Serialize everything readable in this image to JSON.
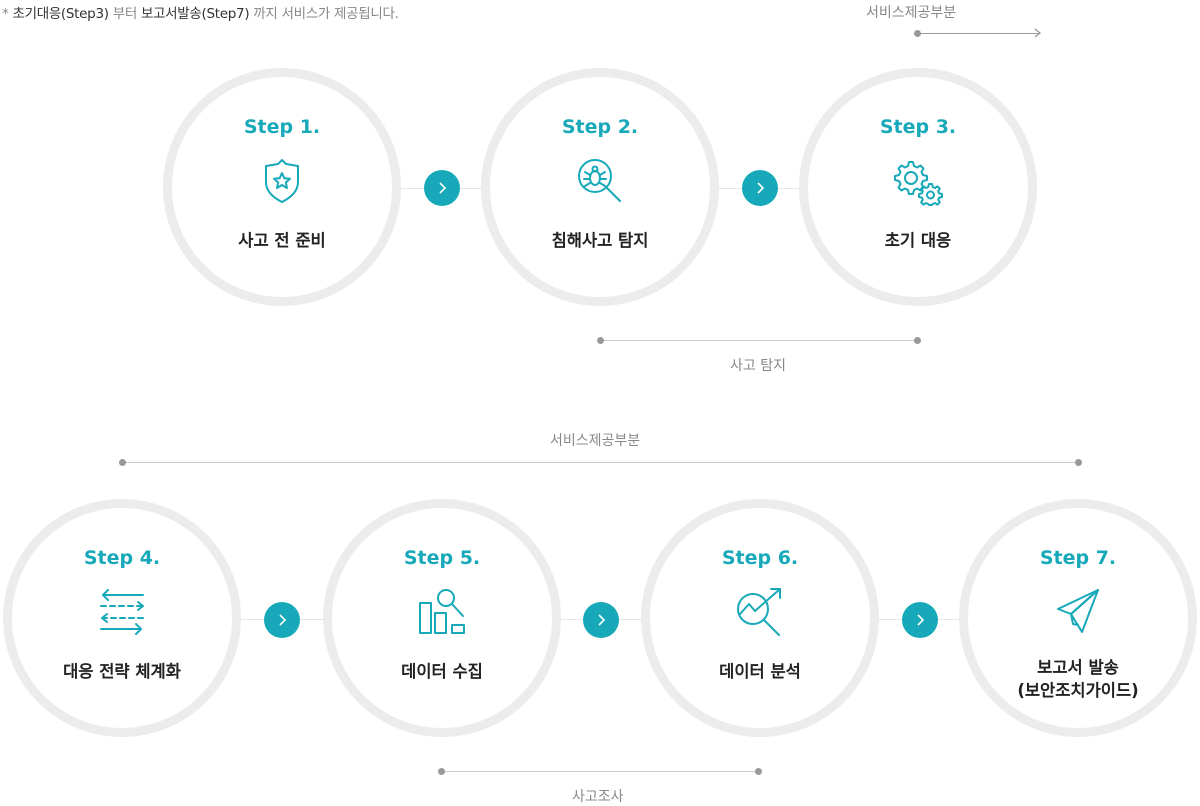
{
  "note": {
    "asterisk": "* ",
    "part1": "초기대응(Step3)",
    "part2": " 부터 ",
    "part3": "보고서발송(Step7)",
    "part4": " 까지 서비스가 제공됩니다."
  },
  "service_top_label": "서비스제공부분",
  "detect_label": "사고 탐지",
  "service_mid_label": "서비스제공부분",
  "investigate_label": "사고조사",
  "steps": [
    {
      "step": "Step 1.",
      "label": "사고 전 준비",
      "icon": "shield-star-icon"
    },
    {
      "step": "Step 2.",
      "label": "침해사고 탐지",
      "icon": "bug-search-icon"
    },
    {
      "step": "Step 3.",
      "label": "초기 대응",
      "icon": "gears-icon"
    },
    {
      "step": "Step 4.",
      "label": "대응 전략 체계화",
      "icon": "exchange-arrows-icon"
    },
    {
      "step": "Step 5.",
      "label": "데이터 수집",
      "icon": "chart-search-icon"
    },
    {
      "step": "Step 6.",
      "label": "데이터 분석",
      "icon": "trend-search-icon"
    },
    {
      "step": "Step 7.",
      "label_line1": "보고서 발송",
      "label_line2": "(보안조치가이드)",
      "icon": "paper-plane-icon"
    }
  ],
  "colors": {
    "accent": "#17a9b9",
    "ring": "#ececec",
    "muted": "#888888"
  }
}
